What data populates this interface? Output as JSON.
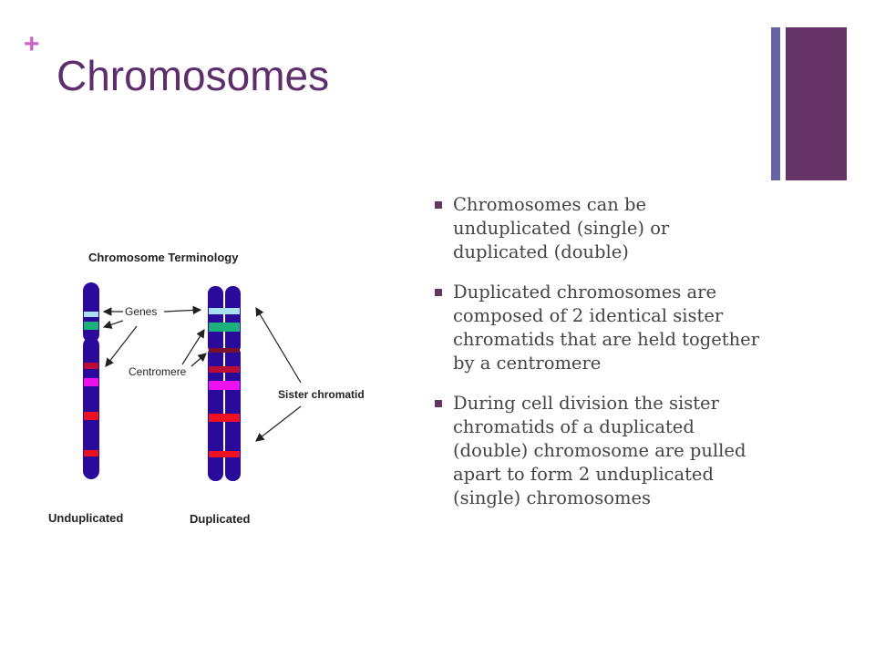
{
  "slide": {
    "plus": "+",
    "title": "Chromosomes",
    "accent_colors": {
      "title": "#5e2d6b",
      "plus": "#c864c8",
      "bar_thin": "#6565a5",
      "bar_thick": "#663366"
    },
    "bullets": [
      "Chromosomes can be unduplicated (single) or duplicated (double)",
      "Duplicated chromosomes are composed of 2 identical sister chromatids that are held together by a centromere",
      "During cell division the sister chromatids of a duplicated (double) chromosome are pulled apart to form 2 unduplicated (single) chromosomes"
    ]
  },
  "diagram": {
    "heading": "Chromosome Terminology",
    "labels": {
      "genes": "Genes",
      "centromere": "Centromere",
      "sister_chromatid": "Sister chromatid"
    },
    "captions": {
      "unduplicated": "Unduplicated",
      "duplicated": "Duplicated"
    }
  }
}
